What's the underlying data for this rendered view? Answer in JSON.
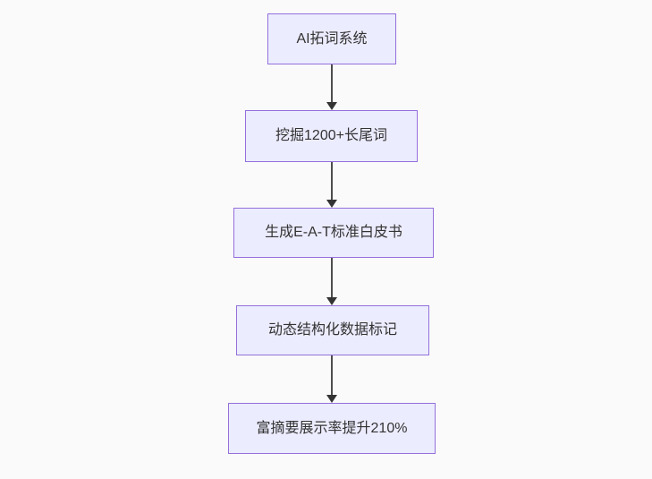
{
  "page": {
    "background_color": "#fafafa"
  },
  "flowchart": {
    "style": {
      "node_fill": "#ececff",
      "node_border": "#9370db",
      "text_color": "#333333",
      "arrow_color": "#333333"
    },
    "nodes": [
      {
        "id": "ai-expand-system",
        "label": "AI拓词系统"
      },
      {
        "id": "mine-longtail-words",
        "label": "挖掘1200+长尾词"
      },
      {
        "id": "eat-whitepaper",
        "label": "生成E-A-T标准白皮书"
      },
      {
        "id": "structured-data-markup",
        "label": "动态结构化数据标记"
      },
      {
        "id": "rich-snippet-uplift",
        "label": "富摘要展示率提升210%"
      }
    ],
    "edges": [
      {
        "from": 0,
        "to": 1
      },
      {
        "from": 1,
        "to": 2
      },
      {
        "from": 2,
        "to": 3
      },
      {
        "from": 3,
        "to": 4
      }
    ]
  }
}
